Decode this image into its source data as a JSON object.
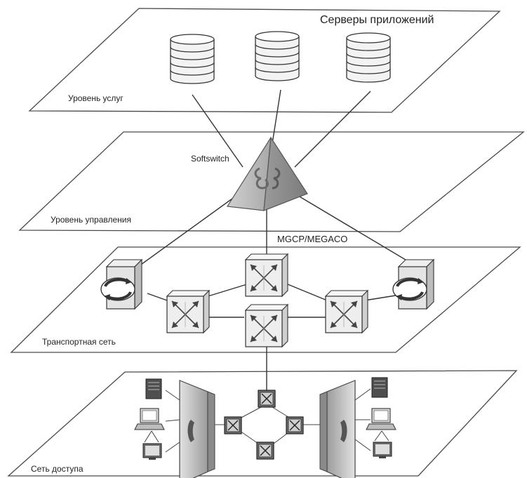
{
  "diagram": {
    "layers": {
      "services": "Уровень услуг",
      "control": "Уровень управления",
      "transport": "Транспортная сеть",
      "access": "Сеть доступа"
    },
    "labels": {
      "app_servers": "Серверы приложений",
      "softswitch": "Softswitch",
      "protocol": "MGCP/MEGACO"
    },
    "icons": {
      "server": "database-server-icon",
      "softswitch": "pyramid-softswitch-icon",
      "gateway": "media-gateway-icon",
      "router": "switch-router-icon",
      "phone": "telephone-panel-icon",
      "pc": "computer-icon"
    }
  }
}
